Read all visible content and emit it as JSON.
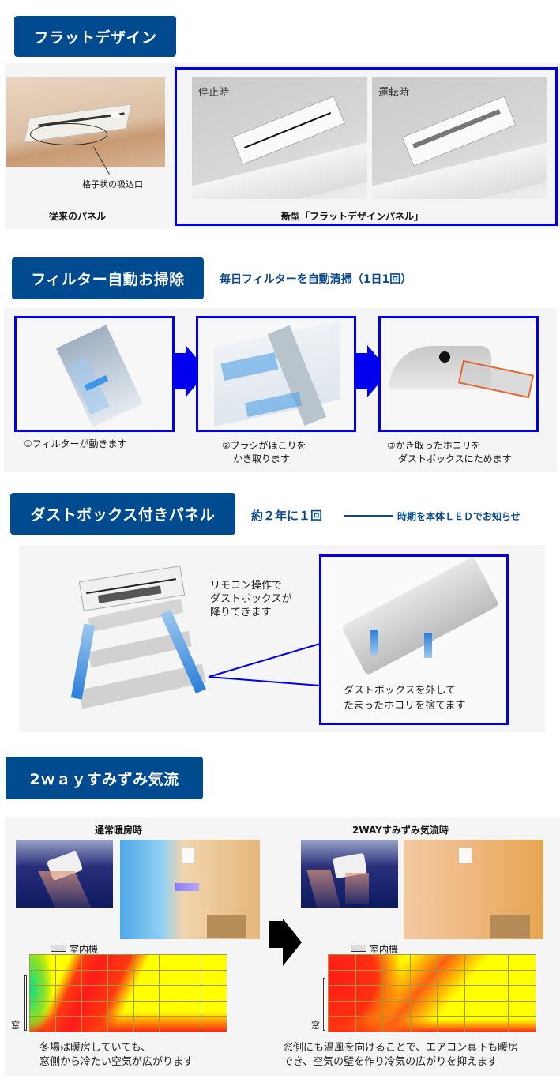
{
  "sections": {
    "flat_design": {
      "heading": "フラットデザイン",
      "old_panel": {
        "callout": "格子状の吸込口",
        "caption": "従来のパネル"
      },
      "new_panel": {
        "stopped_label": "停止時",
        "running_label": "運転時",
        "caption": "新型「フラットデザインパネル」"
      }
    },
    "auto_filter": {
      "heading": "フィルター自動お掃除",
      "subheading": "毎日フィルターを自動清掃（1日1回）",
      "steps": [
        {
          "line1": "①フィルターが動きます",
          "line2": ""
        },
        {
          "line1": "②ブラシがほこりを",
          "line2": "かき取ります"
        },
        {
          "line1": "③かき取ったホコリを",
          "line2": "ダストボックスにためます"
        }
      ]
    },
    "dust_box": {
      "heading": "ダストボックス付きパネル",
      "frequency": "約２年に１回",
      "notice": "時期を本体ＬＥＤでお知らせ",
      "remote_text": [
        "リモコン操作で",
        "ダストボックスが",
        "降りてきます"
      ],
      "detail_text": [
        "ダストボックスを外して",
        "たまったホコリを捨てます"
      ]
    },
    "airflow": {
      "heading": "2ｗａｙすみずみ気流",
      "normal": {
        "title": "通常暖房時",
        "unit_label": "室内機",
        "window_label": "窓",
        "description": [
          "冬場は暖房していても、",
          "窓側から冷たい空気が広がります"
        ]
      },
      "twoway": {
        "title": "2WAYすみずみ気流時",
        "unit_label": "室内機",
        "window_label": "窓",
        "description": [
          "窓側にも温風を向けることで、エアコン真下も暖房",
          "でき、空気の壁を作り冷気の広がりを抑えます"
        ]
      }
    }
  },
  "colors": {
    "heading_bg": "#004a8f",
    "frame_blue": "#0000ee",
    "subheading": "#0a4a8f",
    "panel_bg": "#f5f5f5"
  }
}
